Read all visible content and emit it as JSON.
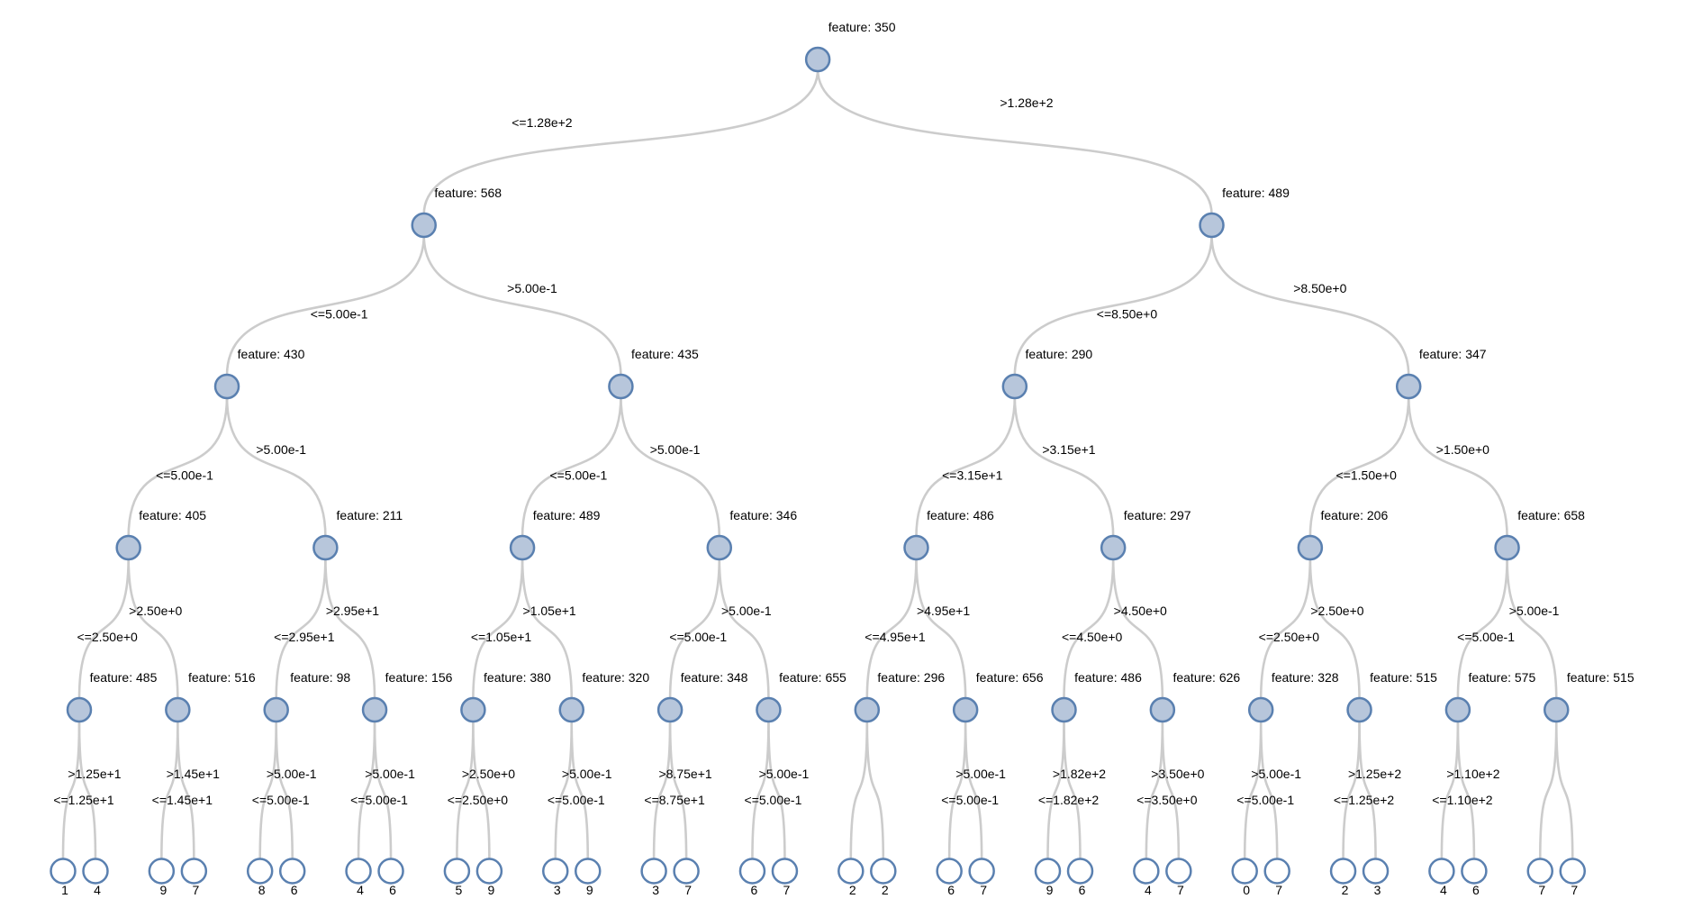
{
  "figure": {
    "title": "",
    "node_fill": "#b7c6db",
    "node_stroke": "#5a80b0",
    "leaf_fill": "#ffffff",
    "edge_color": "#cccccc",
    "text_color": "#000000"
  },
  "tree": {
    "label": "feature: 350",
    "edge_left": "<=1.28e+2",
    "edge_right": ">1.28e+2",
    "left": {
      "label": "feature: 568",
      "edge_left": "<=5.00e-1",
      "edge_right": ">5.00e-1",
      "left": {
        "label": "feature: 430",
        "edge_left": "<=5.00e-1",
        "edge_right": ">5.00e-1",
        "left": {
          "label": "feature: 405",
          "edge_left": "<=2.50e+0",
          "edge_right": ">2.50e+0",
          "left": {
            "label": "feature: 485",
            "edge_left": "<=1.25e+1",
            "edge_right": ">1.25e+1",
            "left": {
              "value": "1"
            },
            "right": {
              "value": "4"
            }
          },
          "right": {
            "label": "feature: 516",
            "edge_left": "<=1.45e+1",
            "edge_right": ">1.45e+1",
            "left": {
              "value": "9"
            },
            "right": {
              "value": "7"
            }
          }
        },
        "right": {
          "label": "feature: 211",
          "edge_left": "<=2.95e+1",
          "edge_right": ">2.95e+1",
          "left": {
            "label": "feature: 98",
            "edge_left": "<=5.00e-1",
            "edge_right": ">5.00e-1",
            "left": {
              "value": "8"
            },
            "right": {
              "value": "6"
            }
          },
          "right": {
            "label": "feature: 156",
            "edge_left": "<=5.00e-1",
            "edge_right": ">5.00e-1",
            "left": {
              "value": "4"
            },
            "right": {
              "value": "6"
            }
          }
        }
      },
      "right": {
        "label": "feature: 435",
        "edge_left": "<=5.00e-1",
        "edge_right": ">5.00e-1",
        "left": {
          "label": "feature: 489",
          "edge_left": "<=1.05e+1",
          "edge_right": ">1.05e+1",
          "left": {
            "label": "feature: 380",
            "edge_left": "<=2.50e+0",
            "edge_right": ">2.50e+0",
            "left": {
              "value": "5"
            },
            "right": {
              "value": "9"
            }
          },
          "right": {
            "label": "feature: 320",
            "edge_left": "<=5.00e-1",
            "edge_right": ">5.00e-1",
            "left": {
              "value": "3"
            },
            "right": {
              "value": "9"
            }
          }
        },
        "right": {
          "label": "feature: 346",
          "edge_left": "<=5.00e-1",
          "edge_right": ">5.00e-1",
          "left": {
            "label": "feature: 348",
            "edge_left": "<=8.75e+1",
            "edge_right": ">8.75e+1",
            "left": {
              "value": "3"
            },
            "right": {
              "value": "7"
            }
          },
          "right": {
            "label": "feature: 655",
            "edge_left": "<=5.00e-1",
            "edge_right": ">5.00e-1",
            "left": {
              "value": "6"
            },
            "right": {
              "value": "7"
            }
          }
        }
      }
    },
    "right": {
      "label": "feature: 489",
      "edge_left": "<=8.50e+0",
      "edge_right": ">8.50e+0",
      "left": {
        "label": "feature: 290",
        "edge_left": "<=3.15e+1",
        "edge_right": ">3.15e+1",
        "left": {
          "label": "feature: 486",
          "edge_left": "<=4.95e+1",
          "edge_right": ">4.95e+1",
          "left": {
            "label": "feature: 296",
            "edge_left": "",
            "edge_right": "",
            "left": {
              "value": "2"
            },
            "right": {
              "value": "2"
            }
          },
          "right": {
            "label": "feature: 656",
            "edge_left": "<=5.00e-1",
            "edge_right": ">5.00e-1",
            "left": {
              "value": "6"
            },
            "right": {
              "value": "7"
            }
          }
        },
        "right": {
          "label": "feature: 297",
          "edge_left": "<=4.50e+0",
          "edge_right": ">4.50e+0",
          "left": {
            "label": "feature: 486",
            "edge_left": "<=1.82e+2",
            "edge_right": ">1.82e+2",
            "left": {
              "value": "9"
            },
            "right": {
              "value": "6"
            }
          },
          "right": {
            "label": "feature: 626",
            "edge_left": "<=3.50e+0",
            "edge_right": ">3.50e+0",
            "left": {
              "value": "4"
            },
            "right": {
              "value": "7"
            }
          }
        }
      },
      "right": {
        "label": "feature: 347",
        "edge_left": "<=1.50e+0",
        "edge_right": ">1.50e+0",
        "left": {
          "label": "feature: 206",
          "edge_left": "<=2.50e+0",
          "edge_right": ">2.50e+0",
          "left": {
            "label": "feature: 328",
            "edge_left": "<=5.00e-1",
            "edge_right": ">5.00e-1",
            "left": {
              "value": "0"
            },
            "right": {
              "value": "7"
            }
          },
          "right": {
            "label": "feature: 515",
            "edge_left": "<=1.25e+2",
            "edge_right": ">1.25e+2",
            "left": {
              "value": "2"
            },
            "right": {
              "value": "3"
            }
          }
        },
        "right": {
          "label": "feature: 658",
          "edge_left": "<=5.00e-1",
          "edge_right": ">5.00e-1",
          "left": {
            "label": "feature: 575",
            "edge_left": "<=1.10e+2",
            "edge_right": ">1.10e+2",
            "left": {
              "value": "4"
            },
            "right": {
              "value": "6"
            }
          },
          "right": {
            "label": "feature: 515",
            "edge_left": "",
            "edge_right": "",
            "left": {
              "value": "7"
            },
            "right": {
              "value": "7"
            }
          }
        }
      }
    }
  }
}
